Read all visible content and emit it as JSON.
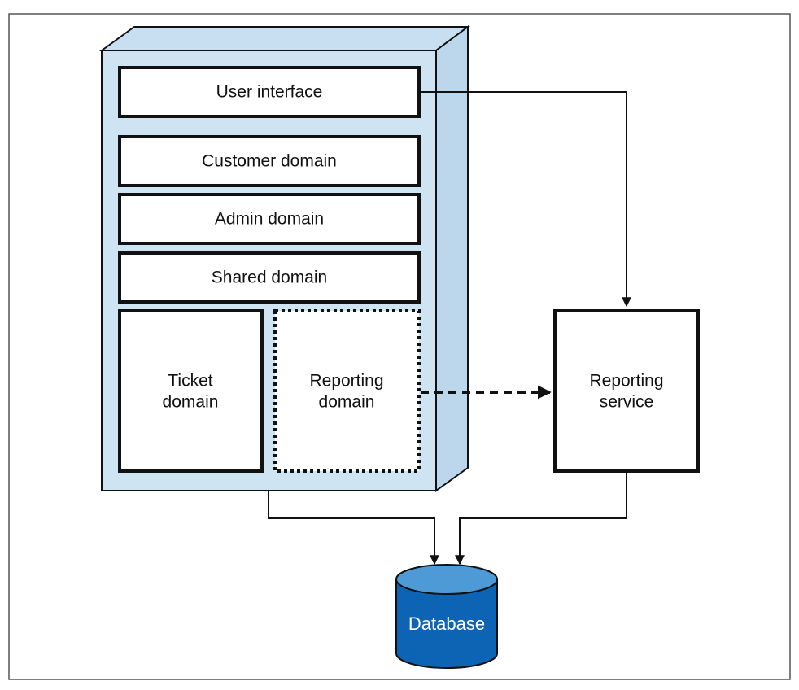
{
  "diagram": {
    "colors": {
      "frame": "#555555",
      "stroke": "#111111",
      "monolith_front": "#cfe4f3",
      "monolith_side": "#bcd7ec",
      "monolith_top": "#c8dff1",
      "box_fill": "#ffffff",
      "db_body": "#0d63b4",
      "db_top": "#4d9ad6",
      "db_text": "#ffffff"
    },
    "monolith": {
      "layers": [
        {
          "id": "ui",
          "label": "User interface"
        },
        {
          "id": "customer",
          "label": "Customer domain"
        },
        {
          "id": "admin",
          "label": "Admin domain"
        },
        {
          "id": "shared",
          "label": "Shared domain"
        }
      ],
      "ticket": {
        "label_lines": [
          "Ticket",
          "domain"
        ]
      },
      "reporting": {
        "label_lines": [
          "Reporting",
          "domain"
        ]
      }
    },
    "service": {
      "label_lines": [
        "Reporting",
        "service"
      ]
    },
    "database": {
      "label": "Database"
    }
  }
}
